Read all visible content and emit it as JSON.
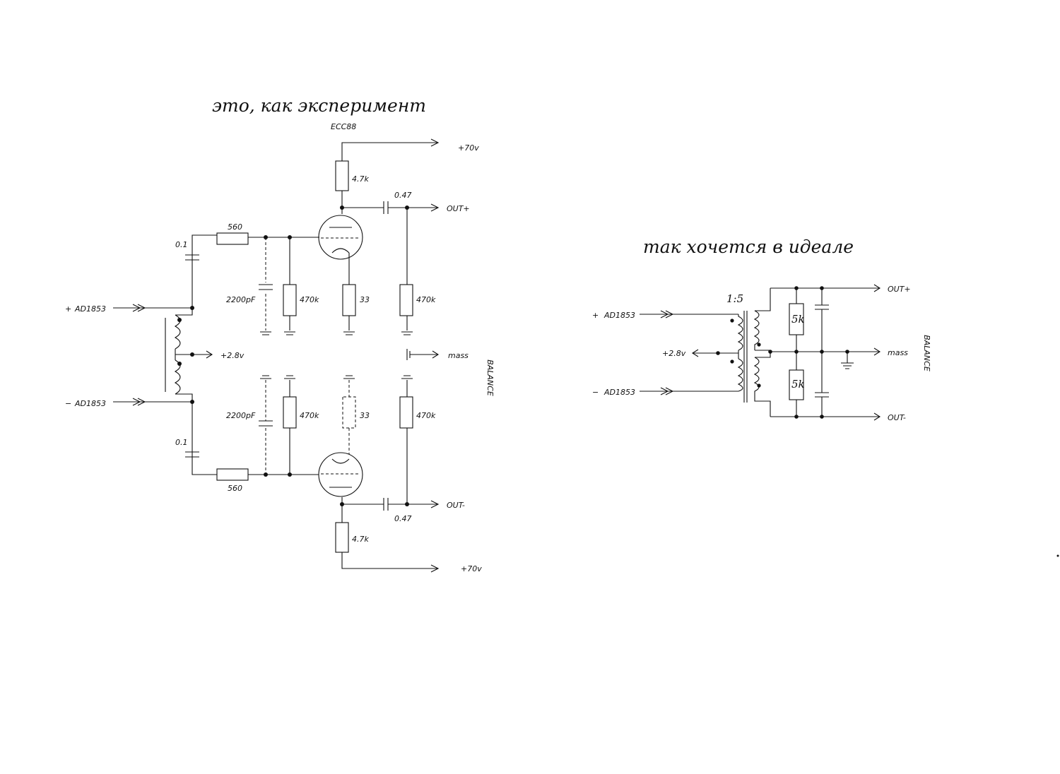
{
  "left_schematic": {
    "handwritten_title": "это, как эксперимент",
    "tube_label": "ECC88",
    "supply_top": "+70v",
    "supply_bottom": "+70v",
    "out_plus": "OUT+",
    "out_minus": "OUT-",
    "cap_out_top": "0.47",
    "cap_out_bottom": "0.47",
    "r_plate_top": "4.7k",
    "r_plate_bottom": "4.7k",
    "r_series_top": "560",
    "r_series_bottom": "560",
    "cap_in_top": "0.1",
    "cap_in_bottom": "0.1",
    "cap_shunt_top": "2200pF",
    "cap_shunt_bottom": "2200pF",
    "r_grid_top": "470k",
    "r_grid_bottom": "470k",
    "r_cathode_top": "33",
    "r_cathode_bottom": "33",
    "r_load_top": "470k",
    "r_load_bottom": "470k",
    "input_plus": "AD1853",
    "input_minus": "AD1853",
    "plus_sign": "+",
    "minus_sign": "−",
    "bias": "+2.8v",
    "ground": "mass",
    "balance": "BALANCE"
  },
  "right_schematic": {
    "handwritten_title": "так хочется в идеале",
    "ratio": "1:5",
    "input_plus": "AD1853",
    "input_minus": "AD1853",
    "plus_sign": "+",
    "minus_sign": "−",
    "bias": "+2.8v",
    "out_plus": "OUT+",
    "out_minus": "OUT-",
    "ground": "mass",
    "r_top": "5k",
    "r_bottom": "5k",
    "balance": "BALANCE"
  }
}
